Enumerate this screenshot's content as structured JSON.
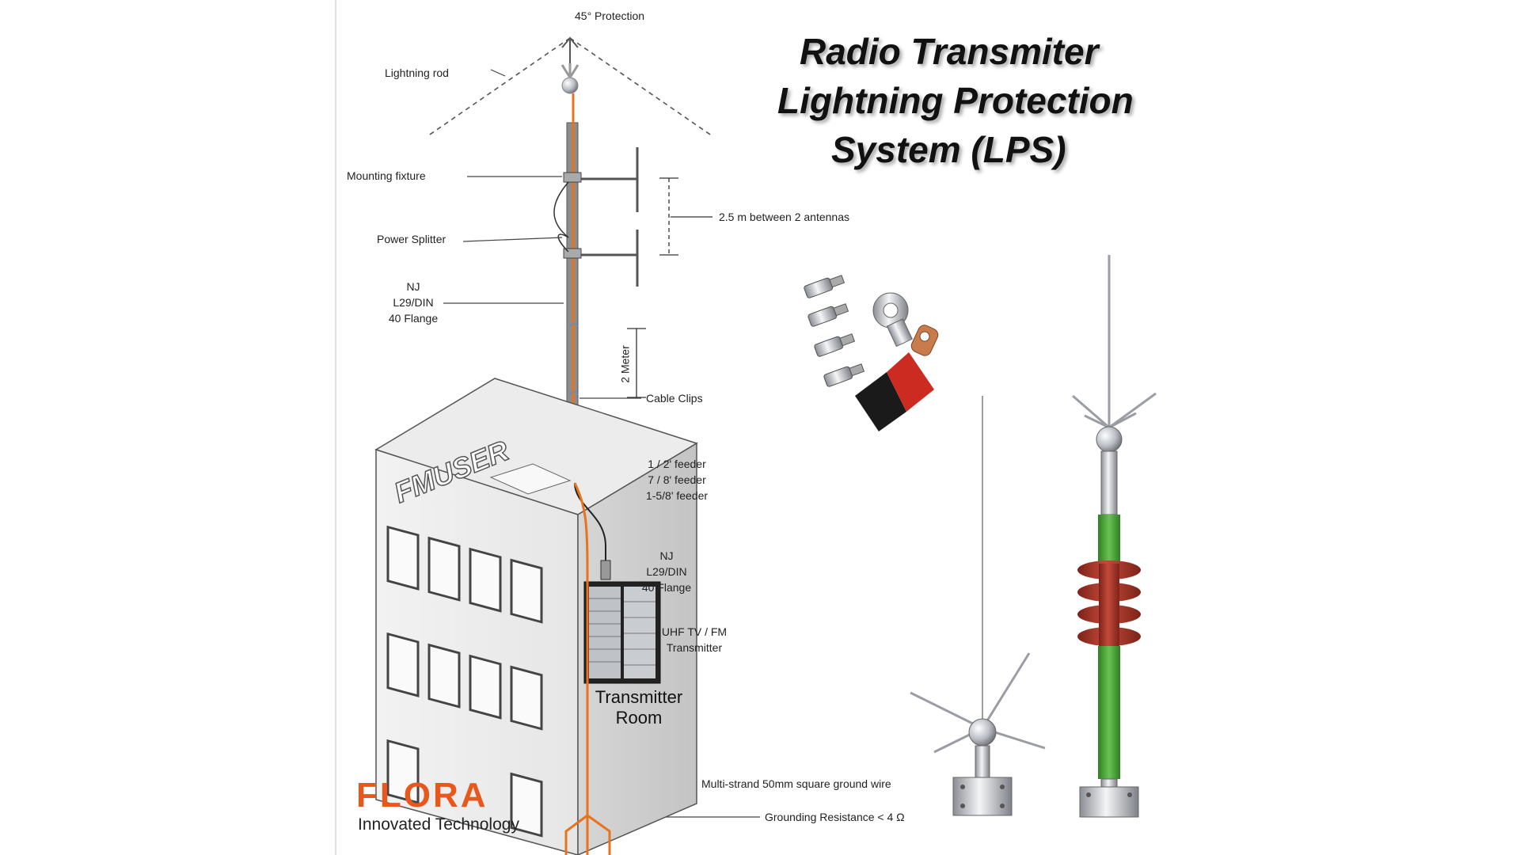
{
  "title": {
    "line1": "Radio Transmiter",
    "line2": "Lightning Protection",
    "line3": "System (LPS)"
  },
  "labels": {
    "protection": "45° Protection",
    "lightning_rod": "Lightning rod",
    "mounting_fixture": "Mounting fixture",
    "antenna_spacing": "2.5 m  between 2 antennas",
    "power_splitter": "Power Splitter",
    "connector_top": [
      "NJ",
      "L29/DIN",
      "40 Flange"
    ],
    "clip_spacing": "2 Meter",
    "cable_clips": "Cable Clips",
    "feeders": [
      "1 / 2' feeder",
      "7 / 8' feeder",
      "1-5/8' feeder"
    ],
    "connector_bottom": [
      "NJ",
      "L29/DIN",
      "40 Flange"
    ],
    "transmitter": [
      "UHF TV / FM",
      "Transmitter"
    ],
    "room": [
      "Transmitter",
      "Room"
    ],
    "ground_wire": "Multi-strand 50mm square ground wire",
    "grounding_resistance": "Grounding Resistance < 4 Ω"
  },
  "watermark": "FMUSER",
  "brand": {
    "name": "FLORA",
    "tagline": "Innovated Technology",
    "color": "#e8581c"
  },
  "colors": {
    "cable": "#e8731e",
    "insulator": "#b03a2e",
    "green_rod": "#4caf3a",
    "steel": "#c8cbd0"
  }
}
